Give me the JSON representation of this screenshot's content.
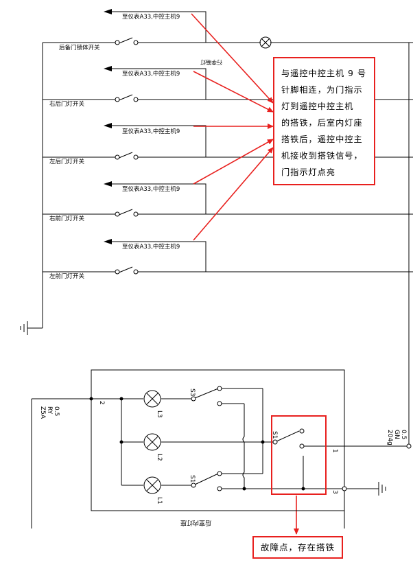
{
  "upper": {
    "relay_label": "至仪表A33,中控主机9",
    "switches": [
      "后备门锁体开关",
      "右后门灯开关",
      "左后门灯开关",
      "右前门灯开关",
      "左前门灯开关"
    ],
    "lamp_label": "行李箱灯"
  },
  "annotation_main": {
    "lines": [
      "与遥控中控主机 9 号",
      "针脚相连，为门指示",
      "灯到遥控中控主机",
      "的搭铁，后室内灯座",
      "搭铁后，遥控中控主",
      "机接收到搭铁信号，",
      "门指示灯点亮"
    ]
  },
  "annotation_fault": {
    "text": "故障点，存在搭铁"
  },
  "lower": {
    "wire_left": [
      "Z5A",
      "RY",
      "0.5"
    ],
    "wire_right": [
      "204g",
      "GN",
      "0.5"
    ],
    "lamps": [
      "L3",
      "L2",
      "L1"
    ],
    "switches": [
      "S3",
      "S1",
      "S1"
    ],
    "pins": [
      "2",
      "1",
      "3"
    ],
    "box_label": "后室内灯座"
  },
  "colors": {
    "line": "#000000",
    "annotation": "#e8201e"
  }
}
